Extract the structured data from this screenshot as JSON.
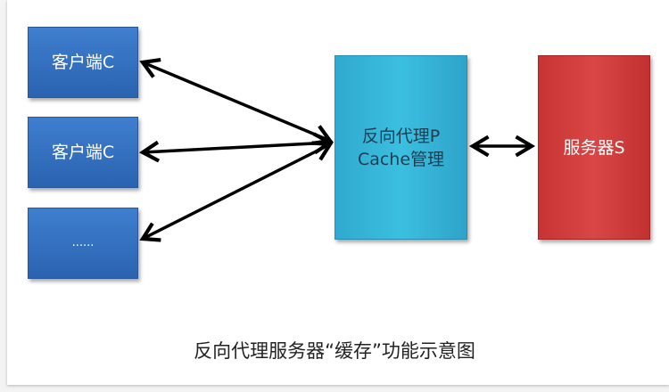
{
  "clients": [
    {
      "label": "客户端C"
    },
    {
      "label": "客户端C"
    },
    {
      "label": "......"
    }
  ],
  "proxy": {
    "line1": "反向代理P",
    "line2": "Cache管理"
  },
  "server": {
    "label": "服务器S"
  },
  "caption": "反向代理服务器“缓存”功能示意图",
  "colors": {
    "client": "#2f6fc0",
    "proxy": "#35b4d8",
    "server": "#d03c3c"
  }
}
